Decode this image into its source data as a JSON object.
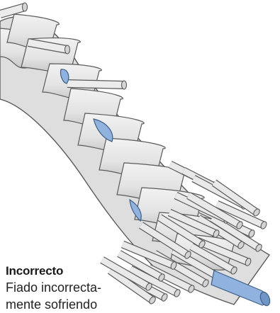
{
  "caption": {
    "title": "Incorrecto",
    "body_line1": "Fiado incorrecta-",
    "body_line2": "mente sofriendo"
  },
  "colors": {
    "strand_fill": "#e8e8e8",
    "strand_shadow": "#c4c4c4",
    "strand_outline": "#5a5a5a",
    "highlight_fill": "#8fb2de",
    "highlight_outline": "#3e5f86"
  },
  "icons": {
    "illustration": "twisted-rope-illustration",
    "highlight_strand": "blue-strand-highlight"
  }
}
